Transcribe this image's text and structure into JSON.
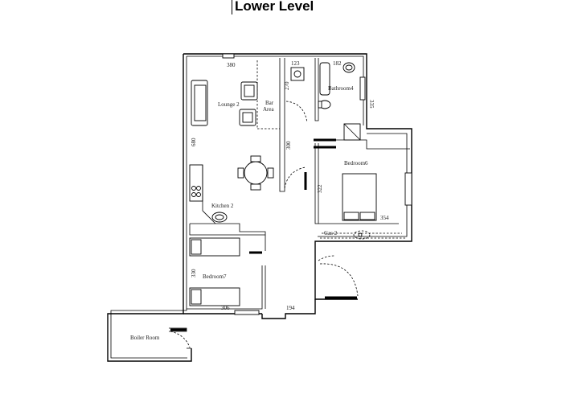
{
  "title": "Lower Level",
  "rooms": {
    "lounge": "Lounge 2",
    "bar_line1": "Bar",
    "bar_line2": "Area",
    "bathroom": "Bathroom4",
    "bedroom6": "Bedroom6",
    "kitchen": "Kitchen 2",
    "gas": "Gas 2",
    "bedroom7": "Bedroom7",
    "boiler": "Boiler Room"
  },
  "dimensions": {
    "lounge_width": "380",
    "lounge_height": "680",
    "bar_width": "123",
    "bar_depth": "270",
    "bath_width": "182",
    "bath_height": "335",
    "corridor": "300",
    "bed6_height": "322",
    "bed6_width": "354",
    "bed7_height": "330",
    "bed7_width": "306",
    "hall_width": "194"
  }
}
